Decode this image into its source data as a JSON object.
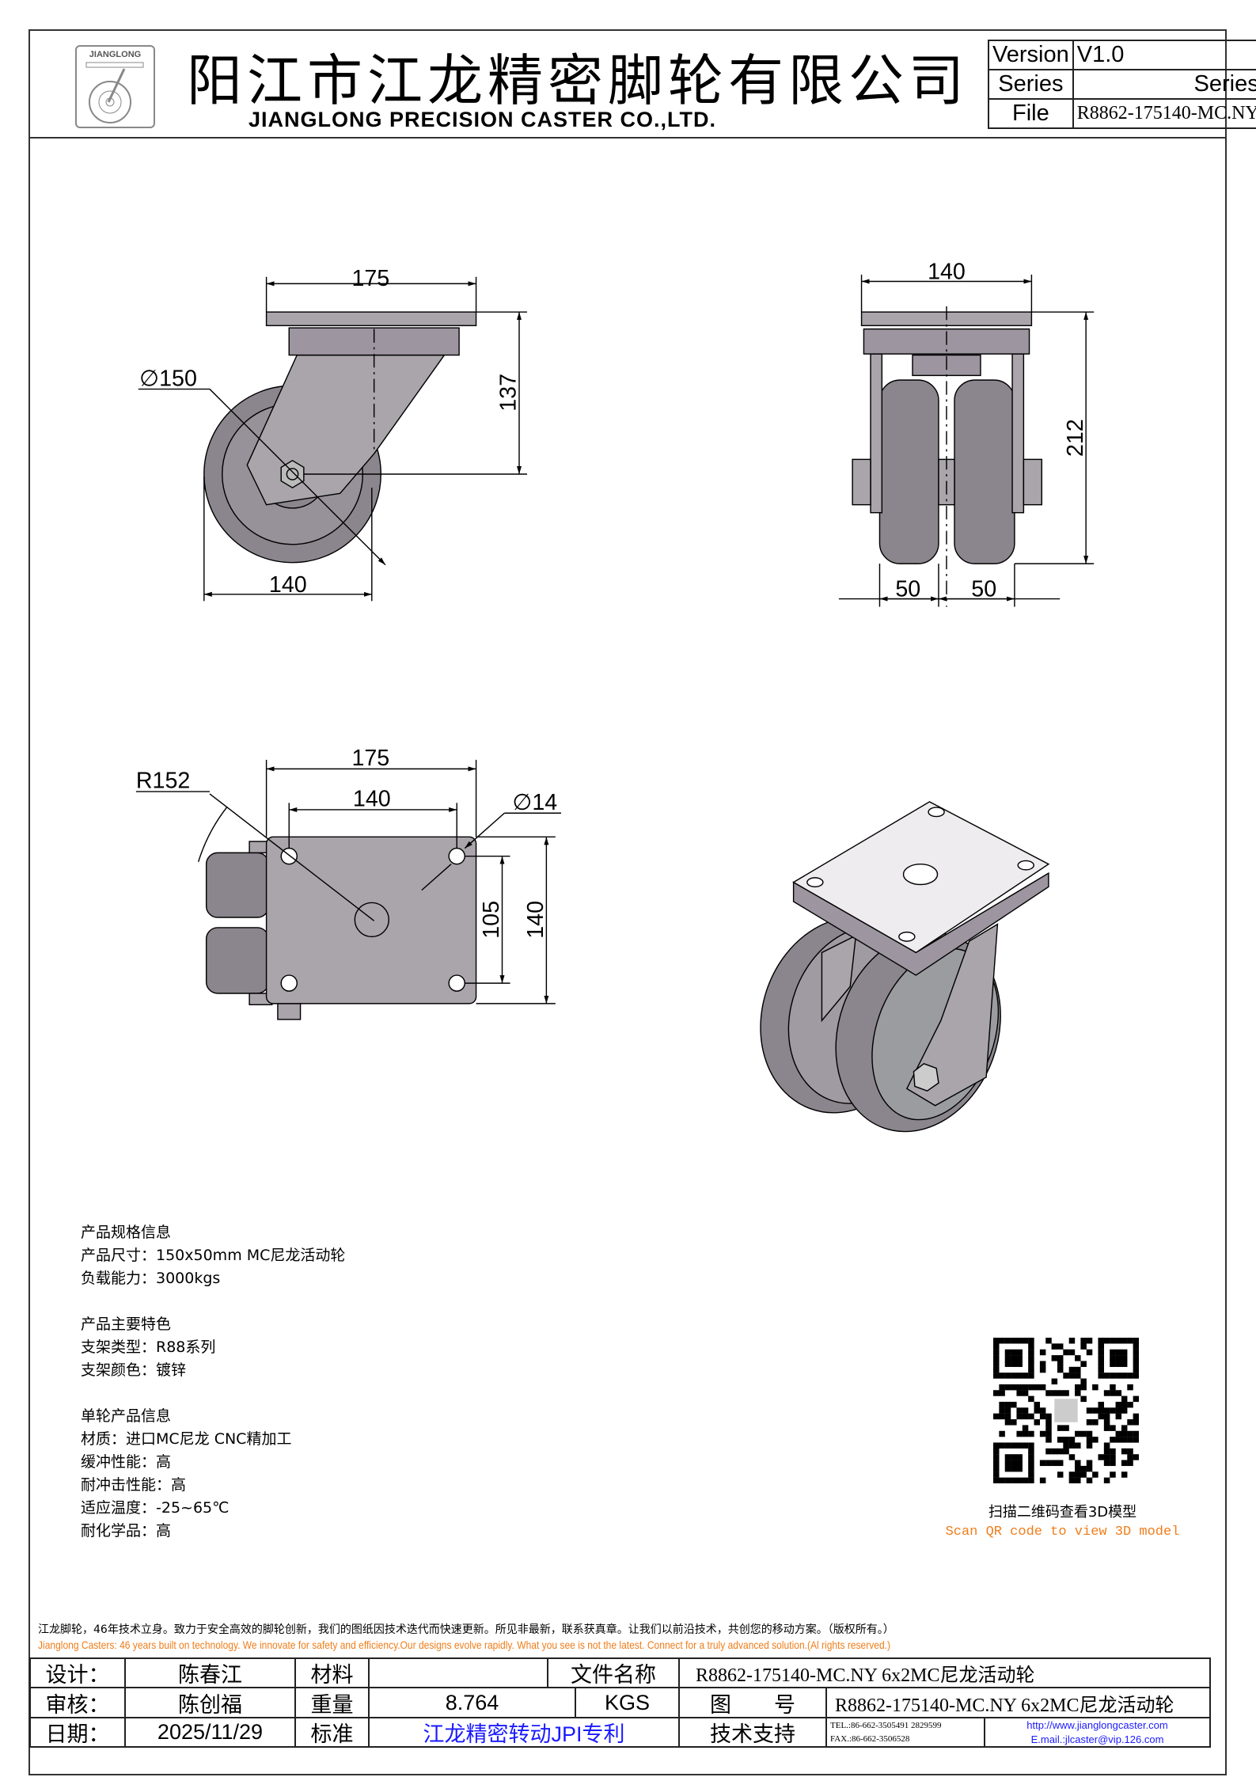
{
  "header": {
    "logo_text": "JIANGLONG",
    "company_cn": "阳江市江龙精密脚轮有限公司",
    "company_en": "JIANGLONG PRECISION CASTER CO.,LTD.",
    "version_label": "Version",
    "version_value": "V1.0",
    "series_label": "Series",
    "series_value": "Series",
    "file_label": "File",
    "file_value": "R8862-175140-MC.NY"
  },
  "dims": {
    "side_width": "175",
    "side_dia": "∅150",
    "side_height": "137",
    "side_base": "140",
    "front_width": "140",
    "front_height": "212",
    "front_w1": "50",
    "front_w2": "50",
    "top_width": "175",
    "top_hole_span": "140",
    "top_radius": "R152",
    "top_hole_dia": "∅14",
    "top_v1": "105",
    "top_v2": "140"
  },
  "specs": {
    "groups": [
      {
        "title": "产品规格信息",
        "lines": [
          "产品尺寸：150x50mm MC尼龙活动轮",
          "负载能力：3000kgs"
        ]
      },
      {
        "title": "产品主要特色",
        "lines": [
          "支架类型：R88系列",
          "支架颜色：镀锌"
        ]
      },
      {
        "title": "单轮产品信息",
        "lines": [
          "材质：进口MC尼龙 CNC精加工",
          "缓冲性能：高",
          "耐冲击性能：高",
          "适应温度：-25~65℃",
          "耐化学品：高"
        ]
      }
    ]
  },
  "qr": {
    "caption_cn": "扫描二维码查看3D模型",
    "caption_en": "Scan QR code to view 3D model"
  },
  "footer": {
    "notice_cn": "江龙脚轮，46年技术立身。致力于安全高效的脚轮创新，我们的图纸因技术迭代而快速更新。所见非最新，联系获真章。让我们以前沿技术，共创您的移动方案。（版权所有。）",
    "notice_en": "Jianglong Casters: 46 years built on technology. We innovate for safety and efficiency.Our designs evolve rapidly. What you see is not the latest. Connect for a truly advanced solution.(Al rights reserved.)",
    "design_label": "设计：",
    "designer": "陈春江",
    "material_label": "材料",
    "material_value": "",
    "filename_label": "文件名称",
    "filename_value": "R8862-175140-MC.NY 6x2MC尼龙活动轮",
    "review_label": "审核：",
    "reviewer": "陈创福",
    "weight_label": "重量",
    "weight_value": "8.764",
    "weight_unit": "KGS",
    "drawing_no_label": "图　　号",
    "drawing_no_value": "R8862-175140-MC.NY 6x2MC尼龙活动轮",
    "date_label": "日期：",
    "date_value": "2025/11/29",
    "standard_label": "标准",
    "standard_value": "江龙精密转动JPI专利",
    "support_label": "技术支持",
    "tel": "TEL.:86-662-3505491 2829599",
    "fax": "FAX.:86-662-3506528",
    "url": "http://www.jianglongcaster.com",
    "email": "E.mail.:jlcaster@vip.126.com"
  },
  "colors": {
    "frame": "#333333",
    "part": "#a9a5ab",
    "wheel": "#8b868d",
    "orange": "#f07d1a",
    "link": "#1a1aff"
  }
}
